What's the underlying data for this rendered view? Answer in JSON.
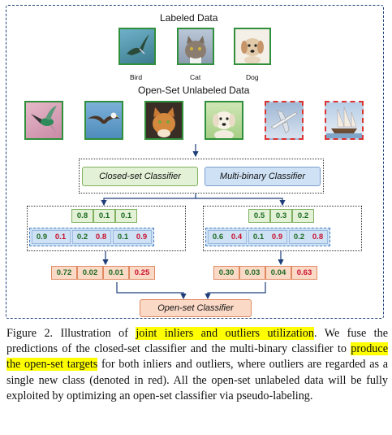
{
  "labeled": {
    "title": "Labeled Data",
    "items": [
      {
        "label": "Bird"
      },
      {
        "label": "Cat"
      },
      {
        "label": "Dog"
      }
    ]
  },
  "unlabeled": {
    "title": "Open-Set Unlabeled Data",
    "images": [
      {
        "name": "hummingbird-image",
        "status": "inlier"
      },
      {
        "name": "eagle-image",
        "status": "inlier"
      },
      {
        "name": "cat-image",
        "status": "inlier"
      },
      {
        "name": "dog-image",
        "status": "inlier"
      },
      {
        "name": "airplane-image",
        "status": "outlier"
      },
      {
        "name": "ship-image",
        "status": "outlier"
      }
    ]
  },
  "classifiers": {
    "closed_set": "Closed-set Classifier",
    "multi_binary": "Multi-binary Classifier",
    "open_set": "Open-set Classifier"
  },
  "left": {
    "closed_preds": [
      "0.8",
      "0.1",
      "0.1"
    ],
    "binary_pairs": [
      [
        "0.9",
        "0.1"
      ],
      [
        "0.2",
        "0.8"
      ],
      [
        "0.1",
        "0.9"
      ]
    ],
    "targets": [
      "0.72",
      "0.02",
      "0.01",
      "0.25"
    ]
  },
  "right": {
    "closed_preds": [
      "0.5",
      "0.3",
      "0.2"
    ],
    "binary_pairs": [
      [
        "0.6",
        "0.4"
      ],
      [
        "0.1",
        "0.9"
      ],
      [
        "0.2",
        "0.8"
      ]
    ],
    "targets": [
      "0.30",
      "0.03",
      "0.04",
      "0.63"
    ]
  },
  "caption": {
    "p1": "Figure 2.  Illustration of ",
    "hl1": "joint inliers and outliers utilization",
    "p2": ".  We fuse the predictions of the closed-set classifier and the multi-binary classifier to ",
    "hl2": "produce the open-set targets",
    "p3": " for both inliers and outliers, where outliers are regarded as a single new class (denoted in red).  All the open-set unlabeled data will be fully exploited by optimizing an open-set classifier via pseudo-labeling."
  },
  "colors": {
    "frame": "#1f3f7a",
    "green_border": "#2f8f3a",
    "red_border": "#dd3333",
    "closed_fill": "#e3f1d6",
    "binary_fill": "#cfe1f5",
    "open_fill": "#fbd9c7",
    "highlight": "#ffff00"
  }
}
